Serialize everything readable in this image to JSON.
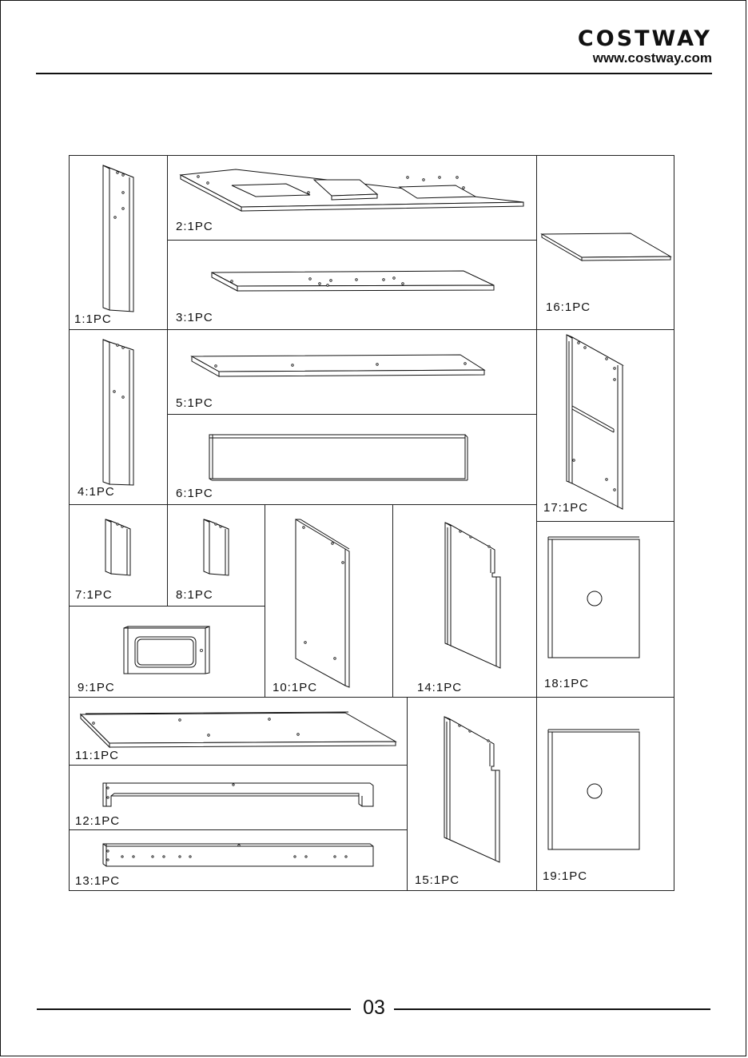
{
  "header": {
    "brand_name": "COSTWAY",
    "brand_url": "www.costway.com"
  },
  "footer": {
    "page_number": "03"
  },
  "parts": [
    {
      "id": "p1",
      "label": "1:1PC"
    },
    {
      "id": "p2",
      "label": "2:1PC"
    },
    {
      "id": "p3",
      "label": "3:1PC"
    },
    {
      "id": "p4",
      "label": "4:1PC"
    },
    {
      "id": "p5",
      "label": "5:1PC"
    },
    {
      "id": "p6",
      "label": "6:1PC"
    },
    {
      "id": "p7",
      "label": "7:1PC"
    },
    {
      "id": "p8",
      "label": "8:1PC"
    },
    {
      "id": "p9",
      "label": "9:1PC"
    },
    {
      "id": "p10",
      "label": "10:1PC"
    },
    {
      "id": "p11",
      "label": "11:1PC"
    },
    {
      "id": "p12",
      "label": "12:1PC"
    },
    {
      "id": "p13",
      "label": "13:1PC"
    },
    {
      "id": "p14",
      "label": "14:1PC"
    },
    {
      "id": "p15",
      "label": "15:1PC"
    },
    {
      "id": "p16",
      "label": "16:1PC"
    },
    {
      "id": "p17",
      "label": "17:1PC"
    },
    {
      "id": "p18",
      "label": "18:1PC"
    },
    {
      "id": "p19",
      "label": "19:1PC"
    }
  ]
}
